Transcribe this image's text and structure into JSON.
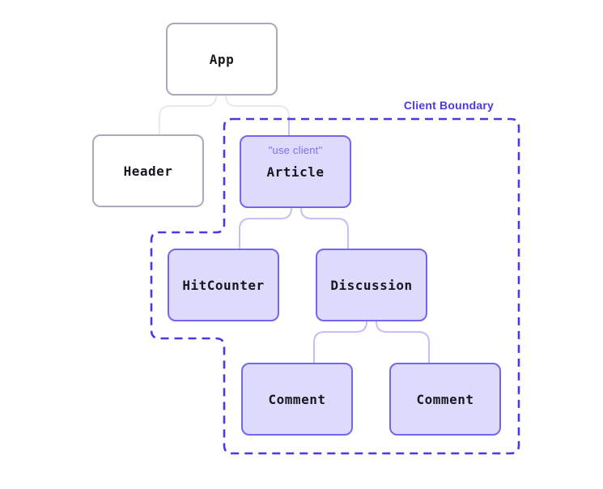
{
  "diagram": {
    "boundary_label": "Client Boundary",
    "nodes": {
      "app": {
        "label": "App",
        "kind": "server"
      },
      "header": {
        "label": "Header",
        "kind": "server"
      },
      "article": {
        "label": "Article",
        "kind": "client",
        "directive": "\"use client\""
      },
      "hitcounter": {
        "label": "HitCounter",
        "kind": "client"
      },
      "discussion": {
        "label": "Discussion",
        "kind": "client"
      },
      "comment1": {
        "label": "Comment",
        "kind": "client"
      },
      "comment2": {
        "label": "Comment",
        "kind": "client"
      }
    },
    "colors": {
      "boundary": "#4b39e0",
      "client_fill": "#dedafb",
      "client_border": "#7367ee",
      "server_border": "#a9abbb",
      "connector_server": "#e9e9ef",
      "connector_client": "#c4befa",
      "directive_text": "#7f6df4",
      "node_text": "#17171f"
    }
  }
}
